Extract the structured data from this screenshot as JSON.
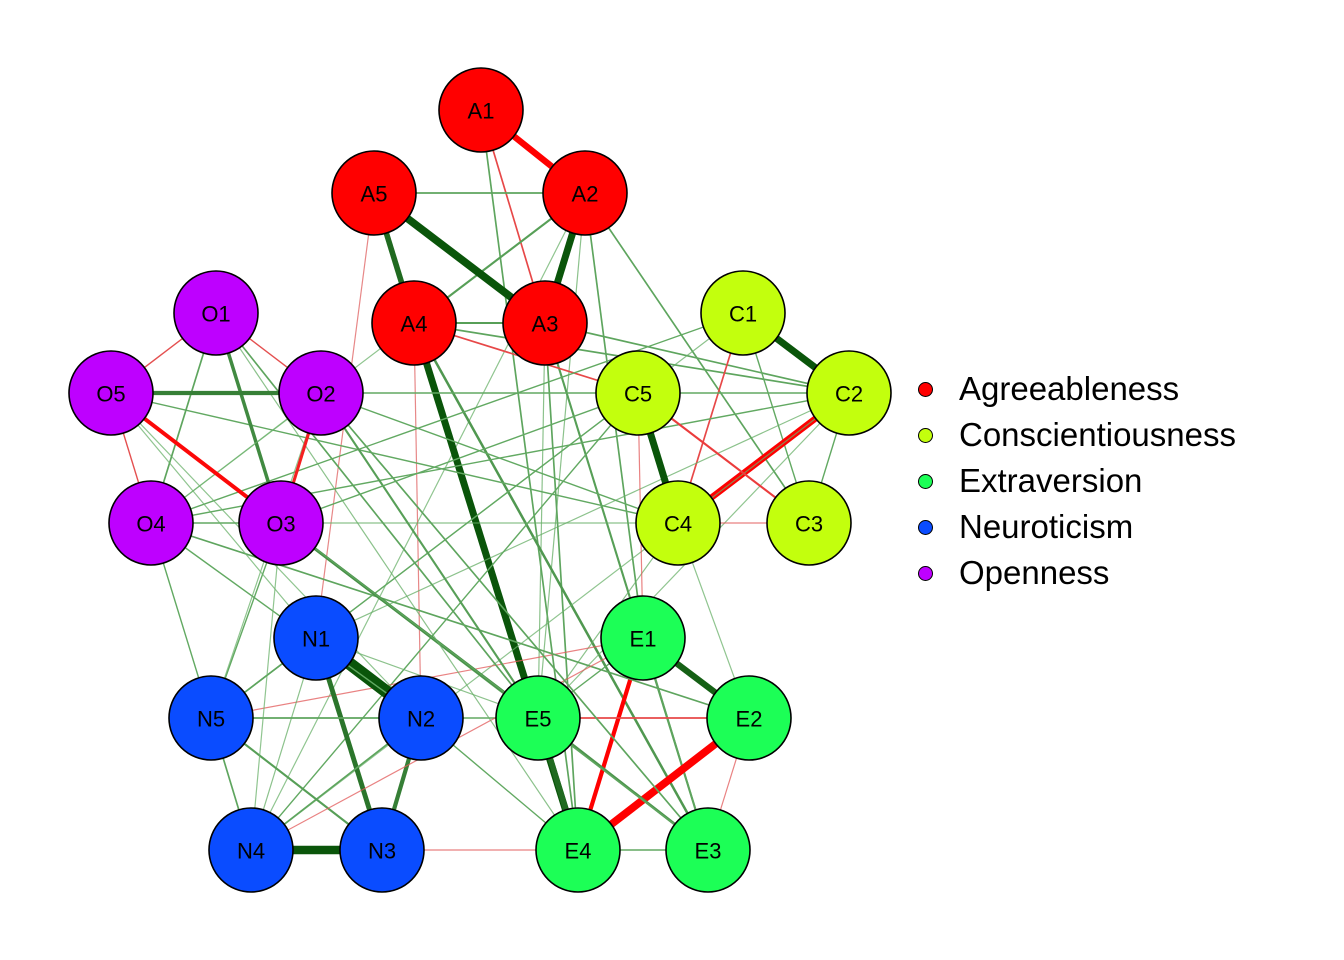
{
  "groups": [
    {
      "name": "Agreeableness",
      "color": "#FF0000"
    },
    {
      "name": "Conscientiousness",
      "color": "#C3FF0D"
    },
    {
      "name": "Extraversion",
      "color": "#1CFF56"
    },
    {
      "name": "Neuroticism",
      "color": "#0A4CFF"
    },
    {
      "name": "Openness",
      "color": "#BE00FF"
    }
  ],
  "nodes": [
    {
      "id": "A1",
      "group": 0
    },
    {
      "id": "A2",
      "group": 0
    },
    {
      "id": "A3",
      "group": 0
    },
    {
      "id": "A4",
      "group": 0
    },
    {
      "id": "A5",
      "group": 0
    },
    {
      "id": "C1",
      "group": 1
    },
    {
      "id": "C2",
      "group": 1
    },
    {
      "id": "C3",
      "group": 1
    },
    {
      "id": "C4",
      "group": 1
    },
    {
      "id": "C5",
      "group": 1
    },
    {
      "id": "E1",
      "group": 2
    },
    {
      "id": "E2",
      "group": 2
    },
    {
      "id": "E3",
      "group": 2
    },
    {
      "id": "E4",
      "group": 2
    },
    {
      "id": "E5",
      "group": 2
    },
    {
      "id": "N1",
      "group": 3
    },
    {
      "id": "N2",
      "group": 3
    },
    {
      "id": "N3",
      "group": 3
    },
    {
      "id": "N4",
      "group": 3
    },
    {
      "id": "N5",
      "group": 3
    },
    {
      "id": "O1",
      "group": 4
    },
    {
      "id": "O2",
      "group": 4
    },
    {
      "id": "O3",
      "group": 4
    },
    {
      "id": "O4",
      "group": 4
    },
    {
      "id": "O5",
      "group": 4
    }
  ],
  "edges": [
    {
      "from": "A1",
      "to": "A2",
      "sign": "neg",
      "strength": 0.45
    },
    {
      "from": "A1",
      "to": "A3",
      "sign": "neg",
      "strength": 0.12
    },
    {
      "from": "A1",
      "to": "E4",
      "sign": "pos",
      "strength": 0.12
    },
    {
      "from": "A2",
      "to": "A3",
      "sign": "pos",
      "strength": 0.5
    },
    {
      "from": "A2",
      "to": "A5",
      "sign": "pos",
      "strength": 0.12
    },
    {
      "from": "A2",
      "to": "A4",
      "sign": "pos",
      "strength": 0.15
    },
    {
      "from": "A2",
      "to": "C3",
      "sign": "pos",
      "strength": 0.12
    },
    {
      "from": "A2",
      "to": "E5",
      "sign": "pos",
      "strength": 0.08
    },
    {
      "from": "A2",
      "to": "E1",
      "sign": "pos",
      "strength": 0.12
    },
    {
      "from": "A2",
      "to": "N4",
      "sign": "pos",
      "strength": 0.06
    },
    {
      "from": "A3",
      "to": "A5",
      "sign": "pos",
      "strength": 0.55
    },
    {
      "from": "A3",
      "to": "A4",
      "sign": "pos",
      "strength": 0.15
    },
    {
      "from": "A3",
      "to": "E3",
      "sign": "pos",
      "strength": 0.15
    },
    {
      "from": "A3",
      "to": "C2",
      "sign": "pos",
      "strength": 0.12
    },
    {
      "from": "A3",
      "to": "E5",
      "sign": "pos",
      "strength": 0.08
    },
    {
      "from": "A3",
      "to": "E4",
      "sign": "pos",
      "strength": 0.12
    },
    {
      "from": "A4",
      "to": "A5",
      "sign": "pos",
      "strength": 0.4
    },
    {
      "from": "A4",
      "to": "E4",
      "sign": "pos",
      "strength": 0.5
    },
    {
      "from": "A4",
      "to": "E3",
      "sign": "pos",
      "strength": 0.18
    },
    {
      "from": "A4",
      "to": "C5",
      "sign": "neg",
      "strength": 0.12
    },
    {
      "from": "A4",
      "to": "C2",
      "sign": "pos",
      "strength": 0.12
    },
    {
      "from": "A4",
      "to": "N2",
      "sign": "neg",
      "strength": 0.06
    },
    {
      "from": "A4",
      "to": "O4",
      "sign": "pos",
      "strength": 0.06
    },
    {
      "from": "A5",
      "to": "N1",
      "sign": "neg",
      "strength": 0.06
    },
    {
      "from": "C1",
      "to": "C2",
      "sign": "pos",
      "strength": 0.5
    },
    {
      "from": "C1",
      "to": "C4",
      "sign": "neg",
      "strength": 0.12
    },
    {
      "from": "C1",
      "to": "C3",
      "sign": "pos",
      "strength": 0.1
    },
    {
      "from": "C1",
      "to": "O4",
      "sign": "pos",
      "strength": 0.1
    },
    {
      "from": "C1",
      "to": "N5",
      "sign": "pos",
      "strength": 0.08
    },
    {
      "from": "C2",
      "to": "C4",
      "sign": "neg",
      "strength": 0.45
    },
    {
      "from": "C2",
      "to": "C3",
      "sign": "pos",
      "strength": 0.1
    },
    {
      "from": "C2",
      "to": "O4",
      "sign": "pos",
      "strength": 0.1
    },
    {
      "from": "C2",
      "to": "N1",
      "sign": "pos",
      "strength": 0.08
    },
    {
      "from": "C2",
      "to": "E5",
      "sign": "pos",
      "strength": 0.06
    },
    {
      "from": "C2",
      "to": "N4",
      "sign": "pos",
      "strength": 0.06
    },
    {
      "from": "C3",
      "to": "C4",
      "sign": "neg",
      "strength": 0.08
    },
    {
      "from": "C3",
      "to": "C5",
      "sign": "neg",
      "strength": 0.15
    },
    {
      "from": "C4",
      "to": "C5",
      "sign": "pos",
      "strength": 0.5
    },
    {
      "from": "C4",
      "to": "O3",
      "sign": "pos",
      "strength": 0.08
    },
    {
      "from": "C4",
      "to": "O2",
      "sign": "pos",
      "strength": 0.1
    },
    {
      "from": "C4",
      "to": "O5",
      "sign": "pos",
      "strength": 0.1
    },
    {
      "from": "C4",
      "to": "E5",
      "sign": "pos",
      "strength": 0.08
    },
    {
      "from": "C5",
      "to": "E1",
      "sign": "neg",
      "strength": 0.08
    },
    {
      "from": "C5",
      "to": "N5",
      "sign": "pos",
      "strength": 0.1
    },
    {
      "from": "C5",
      "to": "N4",
      "sign": "pos",
      "strength": 0.1
    },
    {
      "from": "E1",
      "to": "E2",
      "sign": "pos",
      "strength": 0.45
    },
    {
      "from": "E1",
      "to": "E4",
      "sign": "neg",
      "strength": 0.3
    },
    {
      "from": "E1",
      "to": "E5",
      "sign": "pos",
      "strength": 0.1
    },
    {
      "from": "E1",
      "to": "E3",
      "sign": "pos",
      "strength": 0.12
    },
    {
      "from": "E1",
      "to": "N5",
      "sign": "neg",
      "strength": 0.08
    },
    {
      "from": "E2",
      "to": "E4",
      "sign": "neg",
      "strength": 0.55
    },
    {
      "from": "E2",
      "to": "E5",
      "sign": "neg",
      "strength": 0.12
    },
    {
      "from": "E2",
      "to": "E3",
      "sign": "neg",
      "strength": 0.08
    },
    {
      "from": "E2",
      "to": "O4",
      "sign": "pos",
      "strength": 0.12
    },
    {
      "from": "E2",
      "to": "C4",
      "sign": "pos",
      "strength": 0.06
    },
    {
      "from": "E3",
      "to": "E4",
      "sign": "pos",
      "strength": 0.1
    },
    {
      "from": "E3",
      "to": "E5",
      "sign": "pos",
      "strength": 0.2
    },
    {
      "from": "E3",
      "to": "O5",
      "sign": "pos",
      "strength": 0.12
    },
    {
      "from": "E4",
      "to": "E5",
      "sign": "pos",
      "strength": 0.4
    },
    {
      "from": "E4",
      "to": "N3",
      "sign": "neg",
      "strength": 0.08
    },
    {
      "from": "E4",
      "to": "N2",
      "sign": "pos",
      "strength": 0.1
    },
    {
      "from": "E5",
      "to": "O3",
      "sign": "pos",
      "strength": 0.22
    },
    {
      "from": "E5",
      "to": "O2",
      "sign": "pos",
      "strength": 0.15
    },
    {
      "from": "E5",
      "to": "O5",
      "sign": "pos",
      "strength": 0.08
    },
    {
      "from": "E5",
      "to": "N2",
      "sign": "pos",
      "strength": 0.1
    },
    {
      "from": "E5",
      "to": "N1",
      "sign": "pos",
      "strength": 0.08
    },
    {
      "from": "N1",
      "to": "N2",
      "sign": "pos",
      "strength": 0.9
    },
    {
      "from": "N1",
      "to": "N3",
      "sign": "pos",
      "strength": 0.35
    },
    {
      "from": "N1",
      "to": "N5",
      "sign": "pos",
      "strength": 0.12
    },
    {
      "from": "N1",
      "to": "N4",
      "sign": "pos",
      "strength": 0.08
    },
    {
      "from": "N2",
      "to": "N3",
      "sign": "pos",
      "strength": 0.3
    },
    {
      "from": "N2",
      "to": "N5",
      "sign": "pos",
      "strength": 0.12
    },
    {
      "from": "N2",
      "to": "N4",
      "sign": "pos",
      "strength": 0.12
    },
    {
      "from": "N2",
      "to": "O4",
      "sign": "pos",
      "strength": 0.1
    },
    {
      "from": "N3",
      "to": "N4",
      "sign": "pos",
      "strength": 0.6
    },
    {
      "from": "N3",
      "to": "N5",
      "sign": "pos",
      "strength": 0.15
    },
    {
      "from": "N4",
      "to": "N5",
      "sign": "pos",
      "strength": 0.12
    },
    {
      "from": "N4",
      "to": "E1",
      "sign": "neg",
      "strength": 0.08
    },
    {
      "from": "N4",
      "to": "O3",
      "sign": "pos",
      "strength": 0.06
    },
    {
      "from": "N5",
      "to": "O4",
      "sign": "pos",
      "strength": 0.1
    },
    {
      "from": "N5",
      "to": "O3",
      "sign": "pos",
      "strength": 0.1
    },
    {
      "from": "N5",
      "to": "O2",
      "sign": "pos",
      "strength": 0.06
    },
    {
      "from": "N2",
      "to": "O5",
      "sign": "pos",
      "strength": 0.06
    },
    {
      "from": "O1",
      "to": "O2",
      "sign": "neg",
      "strength": 0.1
    },
    {
      "from": "O1",
      "to": "O5",
      "sign": "neg",
      "strength": 0.1
    },
    {
      "from": "O1",
      "to": "O3",
      "sign": "pos",
      "strength": 0.25
    },
    {
      "from": "O1",
      "to": "O4",
      "sign": "pos",
      "strength": 0.12
    },
    {
      "from": "O1",
      "to": "E5",
      "sign": "pos",
      "strength": 0.12
    },
    {
      "from": "O1",
      "to": "E4",
      "sign": "pos",
      "strength": 0.08
    },
    {
      "from": "O2",
      "to": "O5",
      "sign": "pos",
      "strength": 0.3
    },
    {
      "from": "O2",
      "to": "O3",
      "sign": "neg",
      "strength": 0.22
    },
    {
      "from": "O2",
      "to": "O4",
      "sign": "pos",
      "strength": 0.06
    },
    {
      "from": "O2",
      "to": "E3",
      "sign": "pos",
      "strength": 0.12
    },
    {
      "from": "O2",
      "to": "C2",
      "sign": "pos",
      "strength": 0.1
    },
    {
      "from": "O3",
      "to": "O5",
      "sign": "neg",
      "strength": 0.28
    },
    {
      "from": "O3",
      "to": "C5",
      "sign": "pos",
      "strength": 0.1
    },
    {
      "from": "O4",
      "to": "O5",
      "sign": "neg",
      "strength": 0.1
    },
    {
      "from": "O4",
      "to": "O3",
      "sign": "pos",
      "strength": 0.1
    },
    {
      "from": "O5",
      "to": "N1",
      "sign": "pos",
      "strength": 0.06
    }
  ]
}
